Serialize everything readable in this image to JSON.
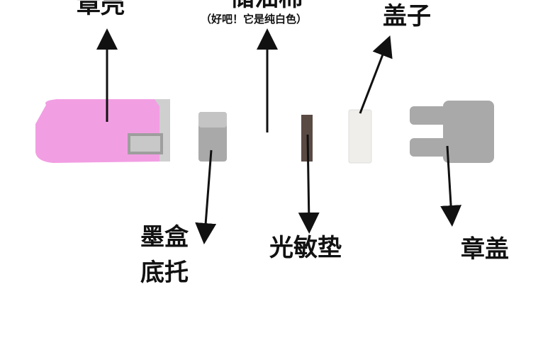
{
  "labels": {
    "shell": "章壳",
    "oil_cotton": "储油棉",
    "oil_cotton_note": "（好吧！它是纯白色）",
    "cap": "盖子",
    "ink_box_base_line1": "墨盒",
    "ink_box_base_line2": "底托",
    "photosensitive_pad": "光敏垫",
    "stamp_cover": "章盖"
  },
  "colors": {
    "shell": "#f29ee3",
    "gray_part": "#a9a9a9",
    "pad": "#5a4a44",
    "white_cotton": "#efeeea"
  }
}
